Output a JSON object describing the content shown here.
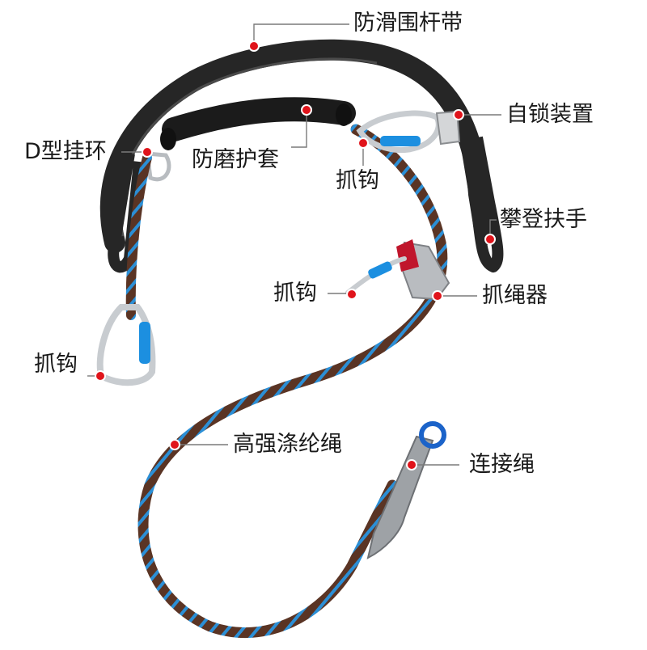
{
  "colors": {
    "rope_base": "#5a3424",
    "rope_stripe": "#2b8fd6",
    "strap": "#262626",
    "dot": "#e0141b",
    "leader": "#7a7a7a",
    "carabiner_metal": "#c8ccd0",
    "carabiner_gate": "#1c8fe0",
    "grab_red": "#c0162c",
    "grab_silver": "#b9bcc0",
    "connector_metal": "#9ea2a6",
    "connector_eye": "#1b63c9"
  },
  "labels": {
    "strap": "防滑围杆带",
    "self_lock": "自锁装置",
    "d_ring": "D型挂环",
    "wear_sleeve": "防磨护套",
    "hook_top": "抓钩",
    "climb_handle": "攀登扶手",
    "hook_mid": "抓钩",
    "rope_grab": "抓绳器",
    "hook_left": "抓钩",
    "rope": "高强涤纶绳",
    "connector_rope": "连接绳"
  }
}
